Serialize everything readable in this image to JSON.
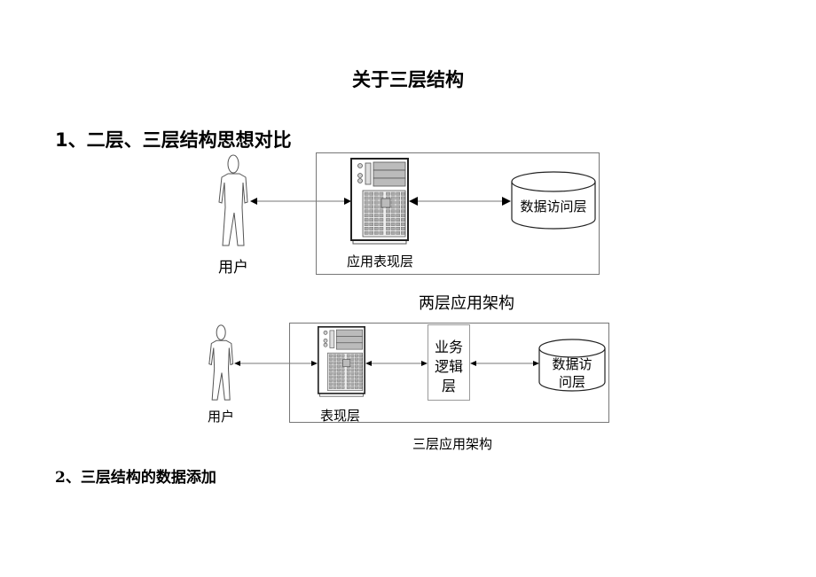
{
  "document": {
    "title": "关于三层结构",
    "section1_heading": "1、二层、三层结构思想对比",
    "section2_heading": "2、三层结构的数据添加"
  },
  "two_tier": {
    "caption": "两层应用架构",
    "user_label": "用户",
    "presentation_label": "应用表现层",
    "data_label": "数据访问层"
  },
  "three_tier": {
    "caption": "三层应用架构",
    "user_label": "用户",
    "presentation_label": "表现层",
    "business_label_line1": "业务",
    "business_label_line2": "逻辑",
    "business_label_line3": "层",
    "data_label_line1": "数据访",
    "data_label_line2": "问层"
  },
  "icons": {
    "person": "person-icon",
    "server": "server-tower-icon",
    "database": "database-cylinder-icon"
  }
}
